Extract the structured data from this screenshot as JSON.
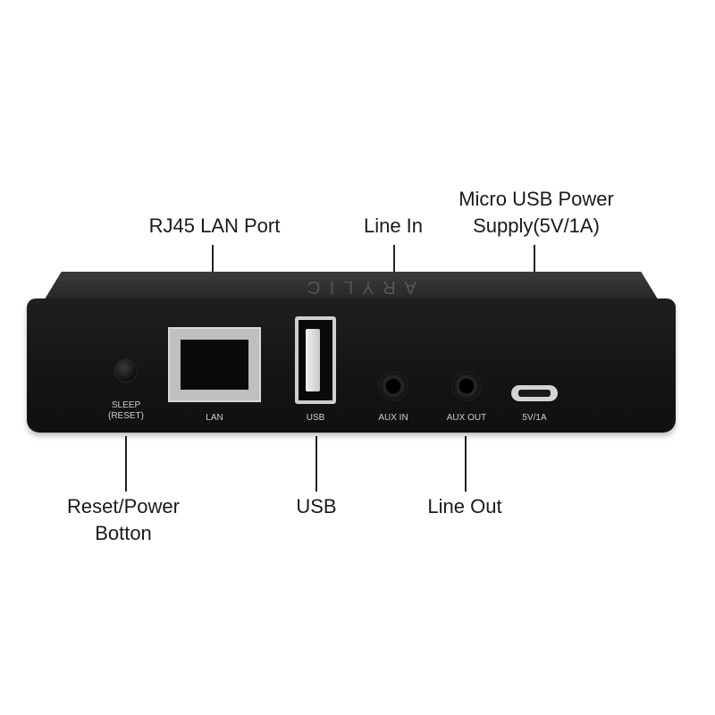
{
  "callouts": {
    "rj45": "RJ45 LAN Port",
    "line_in": "Line In",
    "micro_usb_line1": "Micro USB Power",
    "micro_usb_line2": "Supply(5V/1A)",
    "reset_line1": "Reset/Power",
    "reset_line2": "Botton",
    "usb": "USB",
    "line_out": "Line Out"
  },
  "port_labels": {
    "sleep_line1": "SLEEP",
    "sleep_line2": "(RESET)",
    "lan": "LAN",
    "usb": "USB",
    "aux_in": "AUX IN",
    "aux_out": "AUX OUT",
    "power": "5V/1A"
  },
  "brand": "ARYLIC"
}
